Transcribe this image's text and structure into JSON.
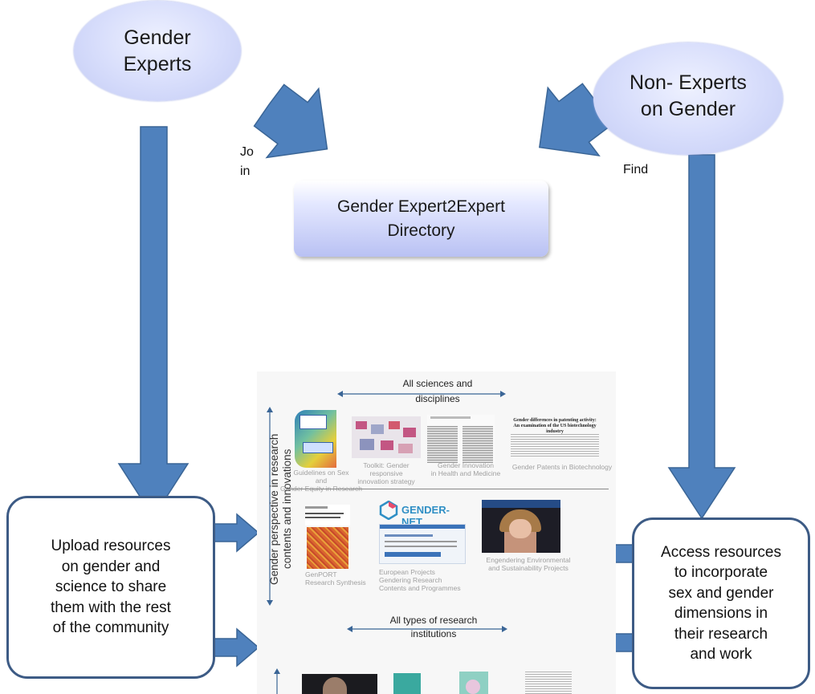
{
  "nodes": {
    "gender_experts": [
      "Gender",
      "Experts"
    ],
    "non_experts": [
      "Non- Experts",
      "on Gender"
    ],
    "directory": [
      "Gender Expert2Expert",
      "Directory"
    ]
  },
  "labels": {
    "join": [
      "Jo",
      "in"
    ],
    "find": "Find"
  },
  "actions": {
    "upload": [
      "Upload resources",
      "on gender and",
      "science to share",
      "them with the rest",
      "of the community"
    ],
    "access": [
      "Access resources",
      "to incorporate",
      "sex and gender",
      "dimensions in",
      "their research",
      "and work"
    ]
  },
  "collage": {
    "top_header": [
      "All sciences and",
      "disciplines"
    ],
    "vertical_label": [
      "Gender perspective in research",
      "contents and innovations"
    ],
    "row1_captions": [
      [
        "Guidelines on Sex",
        "and",
        "Gender Equity in Research"
      ],
      [
        "Toolkit: Gender responsive",
        "innovation strategy"
      ],
      [
        "Gender Innovation",
        "in Health and Medicine"
      ],
      [
        "Gender Patents in Biotechnology"
      ]
    ],
    "paper_title": [
      "Gender differences in patenting activity:",
      "An examination of the US biotechnology industry"
    ],
    "gendernet_logo": "GENDER-NET",
    "row2_captions": [
      [
        "GenPORT",
        "Research Synthesis"
      ],
      [
        "European Projects",
        "Gendering Research",
        "Contents and Programmes"
      ],
      [
        "Engendering Environmental",
        "and Sustainability Projects"
      ]
    ],
    "bottom_header": [
      "All types of research",
      "institutions"
    ]
  },
  "colors": {
    "arrow_fill": "#4f81bd",
    "arrow_stroke": "#3a6596",
    "box_border": "#3d5b85"
  }
}
